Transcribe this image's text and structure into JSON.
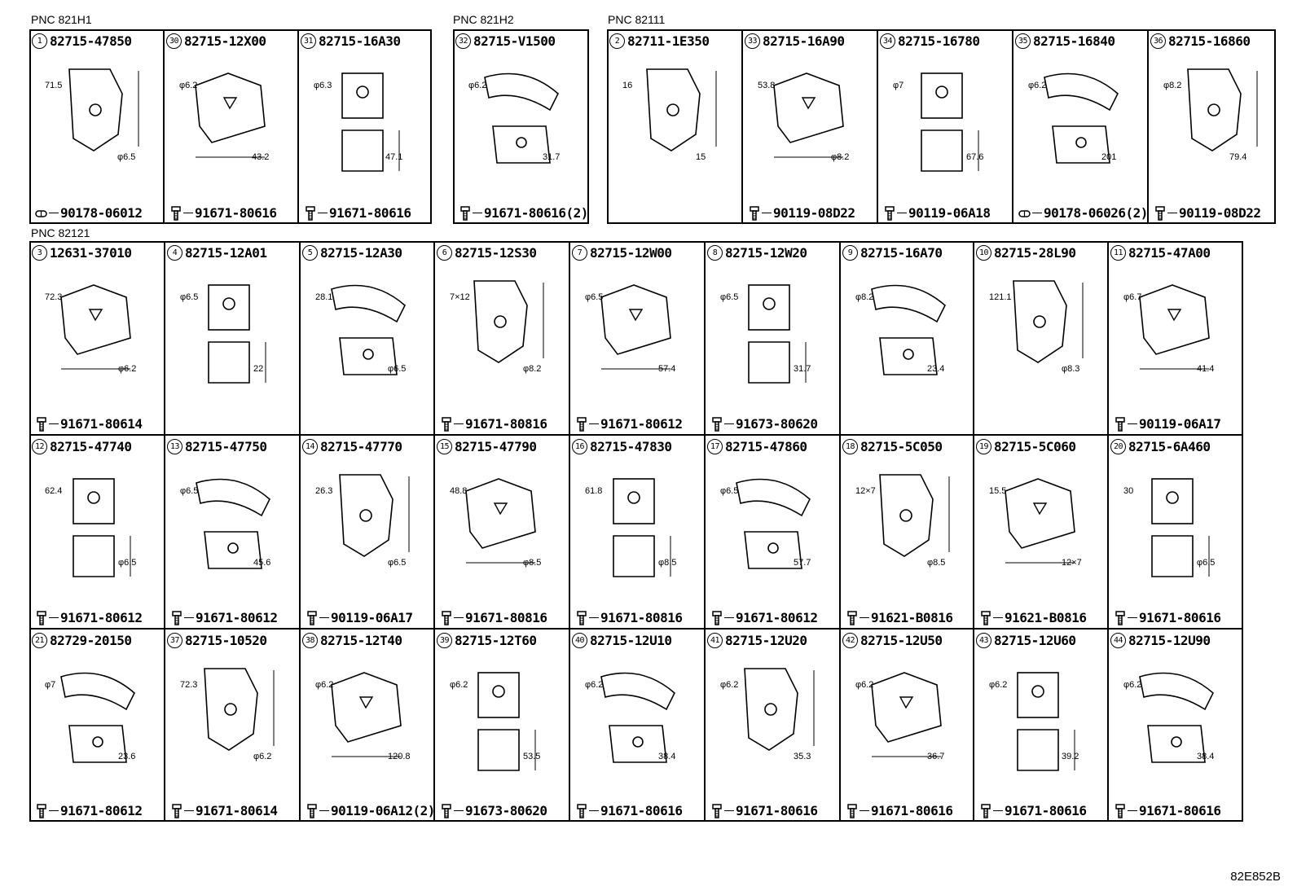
{
  "groups": [
    {
      "label": "PNC 821H1"
    },
    {
      "label": "PNC 821H2"
    },
    {
      "label": "PNC 82111"
    },
    {
      "label": "PNC 82121"
    }
  ],
  "cells": [
    {
      "num": "1",
      "part": "82715-47850",
      "fast": "90178-06012",
      "ft": "clip",
      "dims": [
        "71.5",
        "φ6.5"
      ]
    },
    {
      "num": "30",
      "part": "82715-12X00",
      "fast": "91671-80616",
      "ft": "bolt",
      "dims": [
        "φ6.2",
        "43.2"
      ]
    },
    {
      "num": "31",
      "part": "82715-16A30",
      "fast": "91671-80616",
      "ft": "bolt",
      "dims": [
        "φ6.3",
        "47.1"
      ]
    },
    {
      "num": "32",
      "part": "82715-V1500",
      "fast": "91671-80616(2)",
      "ft": "bolt",
      "dims": [
        "φ6.2",
        "31.7"
      ]
    },
    {
      "num": "2",
      "part": "82711-1E350",
      "fast": "",
      "ft": "none",
      "dims": [
        "16",
        "15"
      ]
    },
    {
      "num": "33",
      "part": "82715-16A90",
      "fast": "90119-08D22",
      "ft": "bolt",
      "dims": [
        "53.8",
        "φ8.2"
      ]
    },
    {
      "num": "34",
      "part": "82715-16780",
      "fast": "90119-06A18",
      "ft": "bolt",
      "dims": [
        "φ7",
        "67.6"
      ]
    },
    {
      "num": "35",
      "part": "82715-16840",
      "fast": "90178-06026(2)",
      "ft": "clip",
      "dims": [
        "φ6.2",
        "201"
      ]
    },
    {
      "num": "36",
      "part": "82715-16860",
      "fast": "90119-08D22",
      "ft": "bolt",
      "dims": [
        "φ8.2",
        "79.4"
      ]
    },
    {
      "num": "3",
      "part": "12631-37010",
      "fast": "91671-80614",
      "ft": "bolt",
      "dims": [
        "72.3",
        "φ6.2"
      ]
    },
    {
      "num": "4",
      "part": "82715-12A01",
      "fast": "",
      "ft": "none",
      "dims": [
        "φ6.5",
        "22"
      ]
    },
    {
      "num": "5",
      "part": "82715-12A30",
      "fast": "",
      "ft": "none",
      "dims": [
        "28.1",
        "φ6.5"
      ]
    },
    {
      "num": "6",
      "part": "82715-12S30",
      "fast": "91671-80816",
      "ft": "bolt",
      "dims": [
        "7×12",
        "φ8.2"
      ]
    },
    {
      "num": "7",
      "part": "82715-12W00",
      "fast": "91671-80612",
      "ft": "bolt",
      "dims": [
        "φ6.5",
        "57.4"
      ]
    },
    {
      "num": "8",
      "part": "82715-12W20",
      "fast": "91673-80620",
      "ft": "bolt",
      "dims": [
        "φ6.5",
        "31.7"
      ]
    },
    {
      "num": "9",
      "part": "82715-16A70",
      "fast": "",
      "ft": "none",
      "dims": [
        "φ8.2",
        "23.4"
      ]
    },
    {
      "num": "10",
      "part": "82715-28L90",
      "fast": "",
      "ft": "none",
      "dims": [
        "121.1",
        "φ8.3"
      ]
    },
    {
      "num": "11",
      "part": "82715-47A00",
      "fast": "90119-06A17",
      "ft": "bolt",
      "dims": [
        "φ6.7",
        "41.4"
      ]
    },
    {
      "num": "12",
      "part": "82715-47740",
      "fast": "91671-80612",
      "ft": "bolt",
      "dims": [
        "62.4",
        "φ6.5"
      ]
    },
    {
      "num": "13",
      "part": "82715-47750",
      "fast": "91671-80612",
      "ft": "bolt",
      "dims": [
        "φ6.5",
        "45.6"
      ]
    },
    {
      "num": "14",
      "part": "82715-47770",
      "fast": "90119-06A17",
      "ft": "bolt",
      "dims": [
        "26.3",
        "φ6.5"
      ]
    },
    {
      "num": "15",
      "part": "82715-47790",
      "fast": "91671-80816",
      "ft": "bolt",
      "dims": [
        "48.8",
        "φ8.5"
      ]
    },
    {
      "num": "16",
      "part": "82715-47830",
      "fast": "91671-80816",
      "ft": "bolt",
      "dims": [
        "61.8",
        "φ8.5"
      ]
    },
    {
      "num": "17",
      "part": "82715-47860",
      "fast": "91671-80612",
      "ft": "bolt",
      "dims": [
        "φ6.5",
        "57.7"
      ]
    },
    {
      "num": "18",
      "part": "82715-5C050",
      "fast": "91621-B0816",
      "ft": "bolt",
      "dims": [
        "12×7",
        "φ8.5"
      ]
    },
    {
      "num": "19",
      "part": "82715-5C060",
      "fast": "91621-B0816",
      "ft": "bolt",
      "dims": [
        "15.5",
        "12×7"
      ]
    },
    {
      "num": "20",
      "part": "82715-6A460",
      "fast": "91671-80616",
      "ft": "bolt",
      "dims": [
        "30",
        "φ6.5"
      ]
    },
    {
      "num": "21",
      "part": "82729-20150",
      "fast": "91671-80612",
      "ft": "bolt",
      "dims": [
        "φ7",
        "23.6"
      ]
    },
    {
      "num": "37",
      "part": "82715-10520",
      "fast": "91671-80614",
      "ft": "bolt",
      "dims": [
        "72.3",
        "φ6.2"
      ]
    },
    {
      "num": "38",
      "part": "82715-12T40",
      "fast": "90119-06A12(2)",
      "ft": "bolt",
      "dims": [
        "φ6.2",
        "120.8"
      ]
    },
    {
      "num": "39",
      "part": "82715-12T60",
      "fast": "91673-80620",
      "ft": "bolt",
      "dims": [
        "φ6.2",
        "53.5"
      ]
    },
    {
      "num": "40",
      "part": "82715-12U10",
      "fast": "91671-80616",
      "ft": "bolt",
      "dims": [
        "φ6.2",
        "38.4"
      ]
    },
    {
      "num": "41",
      "part": "82715-12U20",
      "fast": "91671-80616",
      "ft": "bolt",
      "dims": [
        "φ6.2",
        "35.3"
      ]
    },
    {
      "num": "42",
      "part": "82715-12U50",
      "fast": "91671-80616",
      "ft": "bolt",
      "dims": [
        "φ6.2",
        "36.7"
      ]
    },
    {
      "num": "43",
      "part": "82715-12U60",
      "fast": "91671-80616",
      "ft": "bolt",
      "dims": [
        "φ6.2",
        "39.2"
      ]
    },
    {
      "num": "44",
      "part": "82715-12U90",
      "fast": "91671-80616",
      "ft": "bolt",
      "dims": [
        "φ6.2",
        "38.4"
      ]
    }
  ],
  "diagram_code": "82E852B"
}
